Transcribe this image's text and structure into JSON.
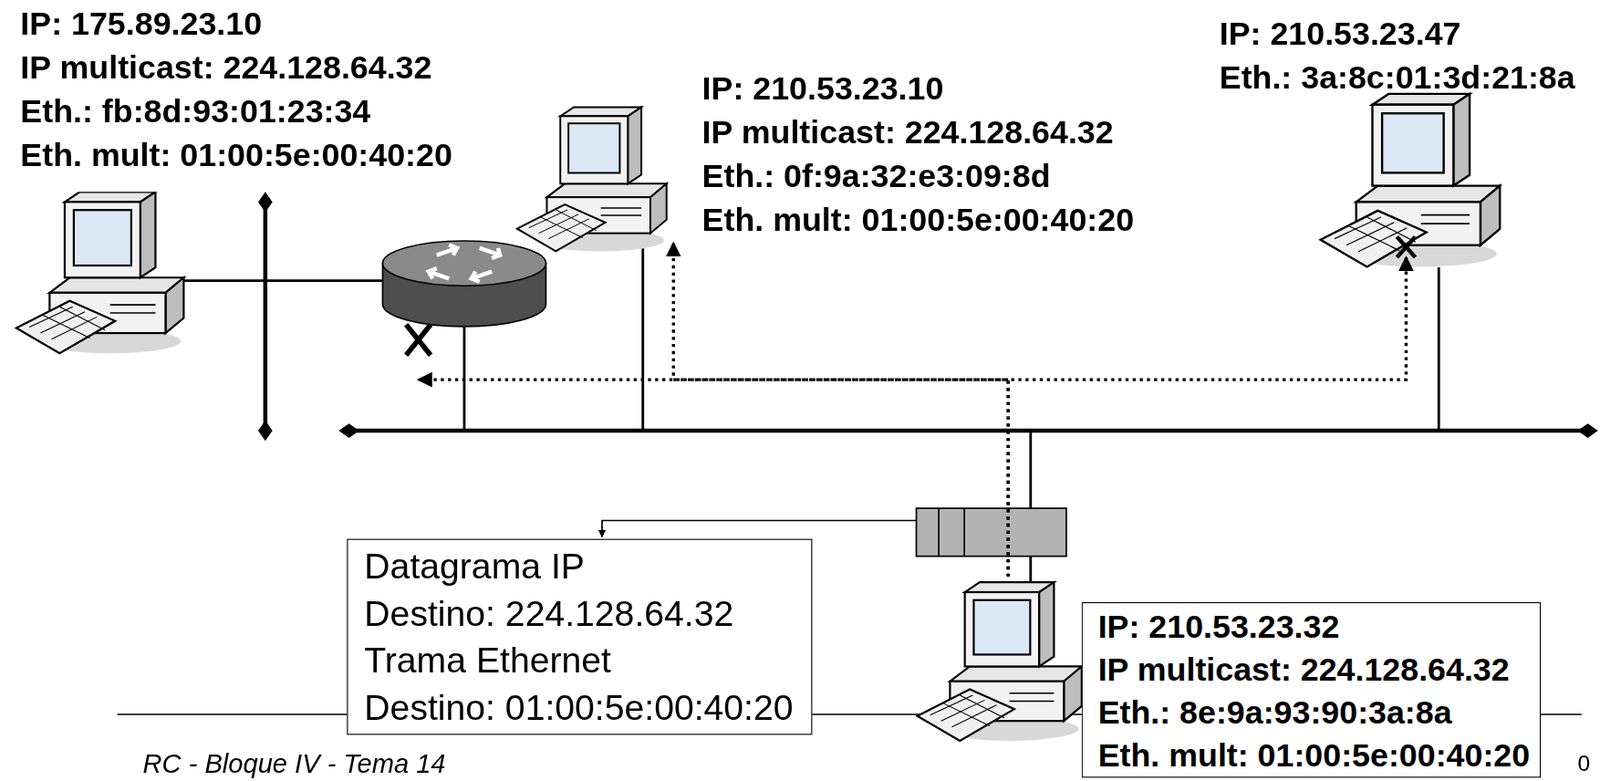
{
  "diagram": {
    "nodes": [
      {
        "text": [
          "IP: 175.89.23.10",
          "IP multicast: 224.128.64.32",
          "Eth.: fb:8d:93:01:23:34",
          "Eth. mult: 01:00:5e:00:40:20"
        ]
      },
      {
        "text": [
          "IP: 210.53.23.10",
          "IP multicast: 224.128.64.32",
          "Eth.: 0f:9a:32:e3:09:8d",
          "Eth. mult: 01:00:5e:00:40:20"
        ]
      },
      {
        "text": [
          "IP: 210.53.23.47",
          "Eth.: 3a:8c:01:3d:21:8a"
        ]
      },
      {
        "text": [
          "Datagrama IP",
          "Destino: 224.128.64.32",
          "Trama Ethernet",
          "Destino: 01:00:5e:00:40:20"
        ]
      },
      {
        "text": [
          "IP: 210.53.23.32",
          "IP multicast: 224.128.64.32",
          "Eth.: 8e:9a:93:90:3a:8a",
          "Eth. mult: 01:00:5e:00:40:20"
        ]
      }
    ],
    "edges": [
      {
        "from": 4,
        "to": 1,
        "arrow": "to"
      },
      {
        "from": 4,
        "to": 2,
        "arrow": "to"
      }
    ],
    "labels": [
      "RC - Bloque IV - Tema 14",
      "0"
    ]
  }
}
